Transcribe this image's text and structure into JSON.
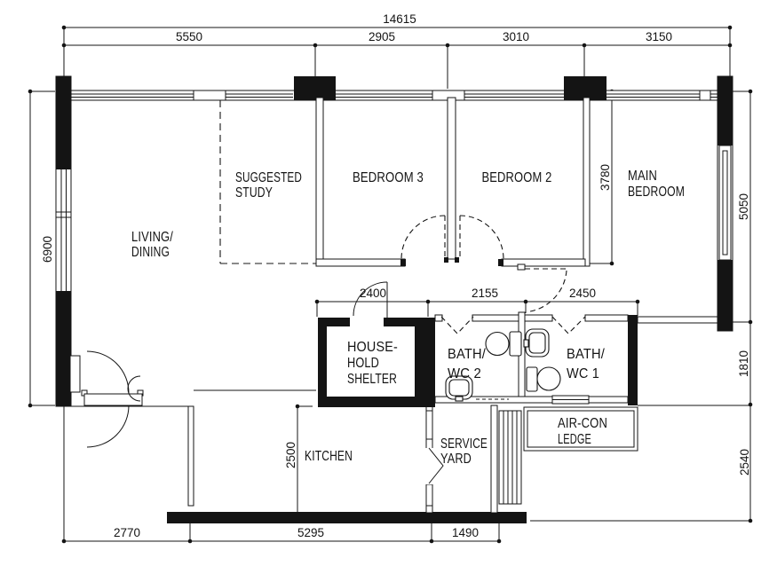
{
  "plan": {
    "rooms": {
      "living_dining": {
        "line1": "LIVING/",
        "line2": "DINING"
      },
      "suggested_study": {
        "line1": "SUGGESTED",
        "line2": "STUDY"
      },
      "bedroom3": {
        "label": "BEDROOM  3"
      },
      "bedroom2": {
        "label": "BEDROOM  2"
      },
      "main_bedroom": {
        "line1": "MAIN",
        "line2": "BEDROOM"
      },
      "household_shelter": {
        "line1": "HOUSE-",
        "line2": "HOLD",
        "line3": "SHELTER"
      },
      "bath_wc2": {
        "line1": "BATH/",
        "line2": "WC  2"
      },
      "bath_wc1": {
        "line1": "BATH/",
        "line2": "WC  1"
      },
      "aircon_ledge": {
        "line1": "AIR-CON",
        "line2": "LEDGE"
      },
      "kitchen": {
        "label": "KITCHEN"
      },
      "service_yard": {
        "line1": "SERVICE",
        "line2": "YARD"
      }
    },
    "dimensions": {
      "total_width": "14615",
      "top": [
        "5550",
        "2905",
        "3010",
        "3150"
      ],
      "left_height": "6900",
      "right": [
        "5050",
        "1810",
        "2540"
      ],
      "bedroom_depth": "3780",
      "corridor": [
        "2400",
        "2155",
        "2450"
      ],
      "kitchen_depth": "2500",
      "bottom": [
        "2770",
        "5295",
        "1490"
      ]
    },
    "colors": {
      "wall": "#141414",
      "background": "#ffffff"
    }
  }
}
